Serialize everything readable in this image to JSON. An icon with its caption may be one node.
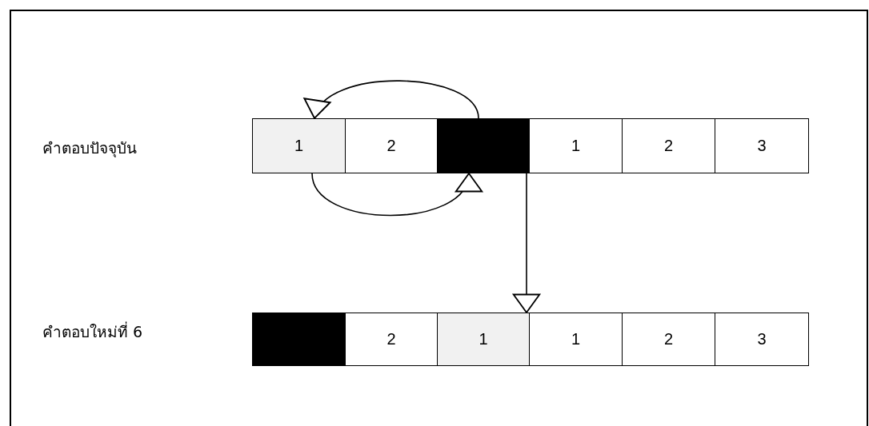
{
  "diagram": {
    "nodes": [
      {
        "text": [
          "1"
        ]
      },
      {
        "text": [
          "2"
        ]
      },
      {
        "text": [],
        "shape": "box"
      },
      {
        "text": [
          "1"
        ]
      },
      {
        "text": [
          "2"
        ]
      },
      {
        "text": [
          "3"
        ]
      },
      {
        "text": [],
        "shape": "box"
      },
      {
        "text": [
          "2"
        ]
      },
      {
        "text": [
          "1"
        ]
      },
      {
        "text": [
          "1"
        ]
      },
      {
        "text": [
          "2"
        ]
      },
      {
        "text": [
          "3"
        ]
      }
    ],
    "edges": [
      {
        "from": 2,
        "to": 0,
        "arrow": "to"
      },
      {
        "from": 0,
        "to": 2,
        "arrow": "to"
      },
      {
        "from": 2,
        "to": 8,
        "arrow": "to"
      }
    ],
    "labels": [
      "คำตอบปัจจุบัน",
      "คำตอบใหม่ที่ 6"
    ]
  }
}
